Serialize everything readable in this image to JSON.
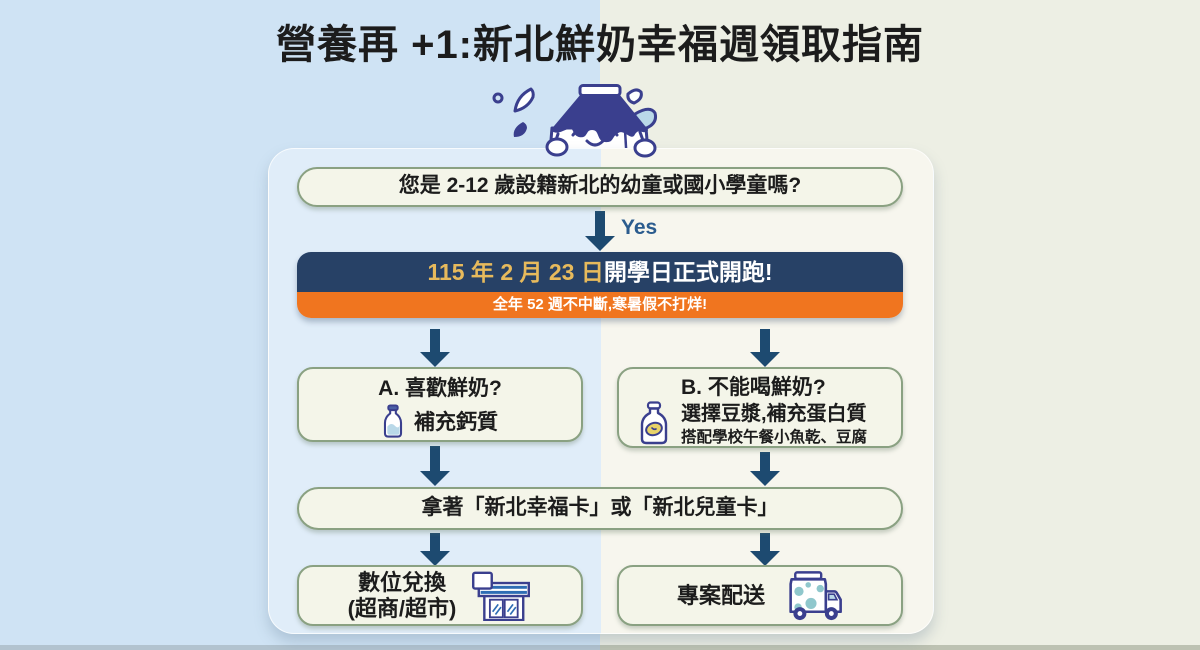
{
  "title": "營養再 +1:新北鮮奶幸福週領取指南",
  "flow": {
    "question": "您是 2-12 歲設籍新北的幼童或國小學童嗎?",
    "yes_label": "Yes",
    "banner": {
      "date": "115 年 2 月 23 日",
      "headline": "開學日正式開跑!",
      "subline": "全年 52 週不中斷,寒暑假不打烊!"
    },
    "option_a": {
      "title": "A. 喜歡鮮奶?",
      "benefit": "補充鈣質",
      "icon": "milk-bottle-icon"
    },
    "option_b": {
      "title": "B. 不能喝鮮奶?",
      "line2": "選擇豆漿,補充蛋白質",
      "line3": "搭配學校午餐小魚乾、豆腐",
      "icon": "soy-milk-bottle-icon"
    },
    "card_step": "拿著「新北幸福卡」或「新北兒童卡」",
    "end_left": {
      "line1": "數位兌換",
      "line2": "(超商/超市)",
      "icon": "store-icon"
    },
    "end_right": {
      "label": "專案配送",
      "icon": "delivery-truck-icon"
    }
  },
  "colors": {
    "page_left": "#cfe3f4",
    "page_right": "#edefe4",
    "card_left": "#e0edf9",
    "card_right": "#f7f6ee",
    "strip_left": "#b2c3cf",
    "strip_right": "#bdc2b2",
    "node_bg": "#f4f5e9",
    "node_border": "#8aa182",
    "navy": "#274166",
    "orange": "#f0751f",
    "gold": "#e7ba5c",
    "arrow": "#1d4a70",
    "yes_blue": "#2b5c8e",
    "ink": "#1c1c1c",
    "mascot_navy": "#3a3f8e",
    "stripe_blue": "#2e6db4",
    "spot_teal": "#8fc7cc",
    "light_blue": "#b9d8e8",
    "bean_yellow": "#e8d368",
    "cap_blue": "#4a5fa5"
  }
}
